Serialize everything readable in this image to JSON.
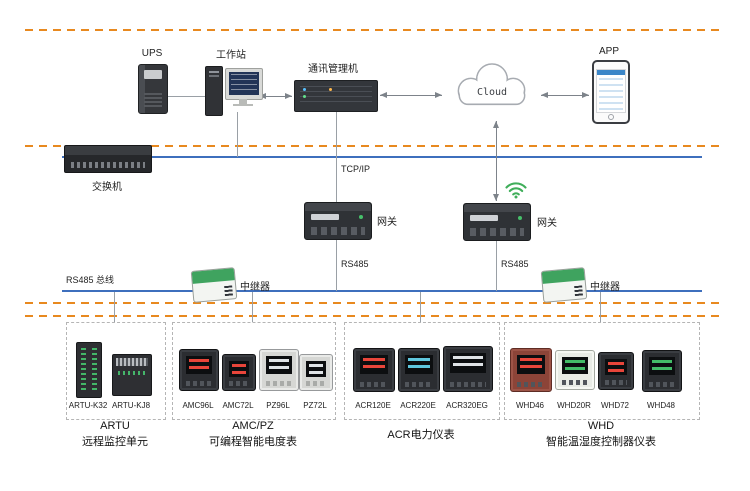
{
  "diagram": {
    "top": {
      "ups_label": "UPS",
      "workstation_label": "工作站",
      "server_label": "通讯管理机",
      "cloud_label": "Cloud",
      "app_label": "APP"
    },
    "network": {
      "switch_label": "交换机",
      "tcpip_label": "TCP/IP",
      "gateway_left_label": "网关",
      "gateway_right_label": "网关",
      "rs485_bus_label": "RS485 总线",
      "rs485_left_label": "RS485",
      "rs485_right_label": "RS485",
      "repeater_left_label": "中继器",
      "repeater_right_label": "中继器"
    },
    "groups": [
      {
        "caption_line1": "ARTU",
        "caption_line2": "远程监控单元",
        "devices": [
          "ARTU-K32",
          "ARTU-KJ8"
        ]
      },
      {
        "caption_line1": "AMC/PZ",
        "caption_line2": "可编程智能电度表",
        "devices": [
          "AMC96L",
          "AMC72L",
          "PZ96L",
          "PZ72L"
        ]
      },
      {
        "caption_line1": "ACR电力仪表",
        "caption_line2": "",
        "devices": [
          "ACR120E",
          "ACR220E",
          "ACR320EG"
        ]
      },
      {
        "caption_line1": "WHD",
        "caption_line2": "智能温湿度控制器仪表",
        "devices": [
          "WHD46",
          "WHD20R",
          "WHD72",
          "WHD48"
        ]
      }
    ],
    "colors": {
      "bus_blue": "#3E6FBD",
      "separator_orange": "#E8891F",
      "wifi_green": "#3FAE5A"
    }
  }
}
